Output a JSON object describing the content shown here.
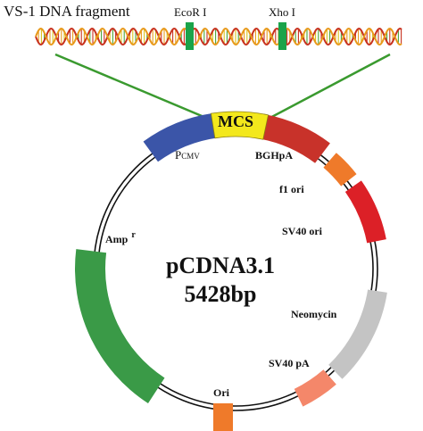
{
  "header": {
    "fragment_label": "VS-1 DNA fragment",
    "site_ecori": "EcoR I",
    "site_xhoi": "Xho I"
  },
  "plasmid": {
    "name": "pCDNA3.1",
    "size": "5428bp"
  },
  "features": {
    "mcs": "MCS",
    "pcmv_prefix": "P",
    "pcmv_suffix": "CMV",
    "bghpa": "BGHpA",
    "f1ori": "f1 ori",
    "sv40ori": "SV40 ori",
    "neomycin": "Neomycin",
    "sv40pa": "SV40 pA",
    "ori": "Ori",
    "amp": "Amp",
    "amp_sup": "r"
  },
  "colors": {
    "pcmv": "#3b55a8",
    "mcs": "#f3e81c",
    "bghpa": "#c8322a",
    "f1ori": "#ef7a2a",
    "sv40ori": "#dc2027",
    "neomycin": "#c4c4c4",
    "sv40pa": "#f4876a",
    "ori": "#ef7a2a",
    "amp": "#3a9a47",
    "site_marker": "#1aa34a",
    "connector": "#3a9a2f",
    "helix_red": "#c8321f",
    "helix_orange": "#e89a1c",
    "helix_yellow": "#d9c21c",
    "helix_green": "#4aa43a"
  }
}
